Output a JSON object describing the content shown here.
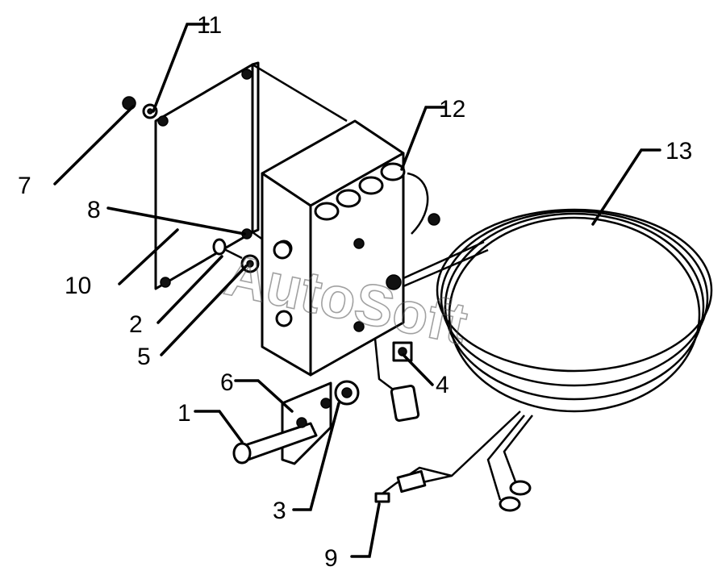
{
  "diagram": {
    "watermark": "AutoSoft",
    "callouts": [
      {
        "id": "1",
        "label": "1"
      },
      {
        "id": "2",
        "label": "2"
      },
      {
        "id": "3",
        "label": "3"
      },
      {
        "id": "4",
        "label": "4"
      },
      {
        "id": "5",
        "label": "5"
      },
      {
        "id": "6",
        "label": "6"
      },
      {
        "id": "7",
        "label": "7"
      },
      {
        "id": "8",
        "label": "8"
      },
      {
        "id": "9",
        "label": "9"
      },
      {
        "id": "10",
        "label": "10"
      },
      {
        "id": "11",
        "label": "11"
      },
      {
        "id": "12",
        "label": "12"
      },
      {
        "id": "13",
        "label": "13"
      }
    ]
  }
}
